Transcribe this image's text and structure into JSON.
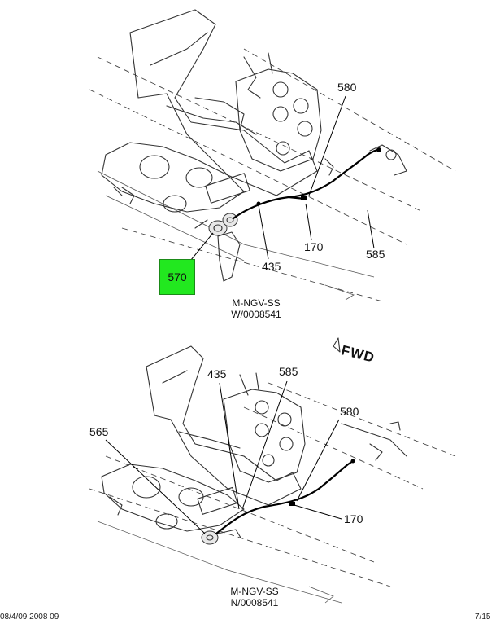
{
  "top_view": {
    "callouts": {
      "c570": "570",
      "c580": "580",
      "c170": "170",
      "c435": "435",
      "c585": "585"
    },
    "caption_line1": "M-NGV-SS",
    "caption_line2": "W/0008541",
    "highlight_color": "#22e81f"
  },
  "bottom_view": {
    "callouts": {
      "c565": "565",
      "c435": "435",
      "c585": "585",
      "c580": "580",
      "c170": "170"
    },
    "caption_line1": "M-NGV-SS",
    "caption_line2": "N/0008541",
    "fwd_label": "FWD"
  },
  "footer": {
    "left": "08/4/09 2008 09",
    "right": "7/15"
  }
}
